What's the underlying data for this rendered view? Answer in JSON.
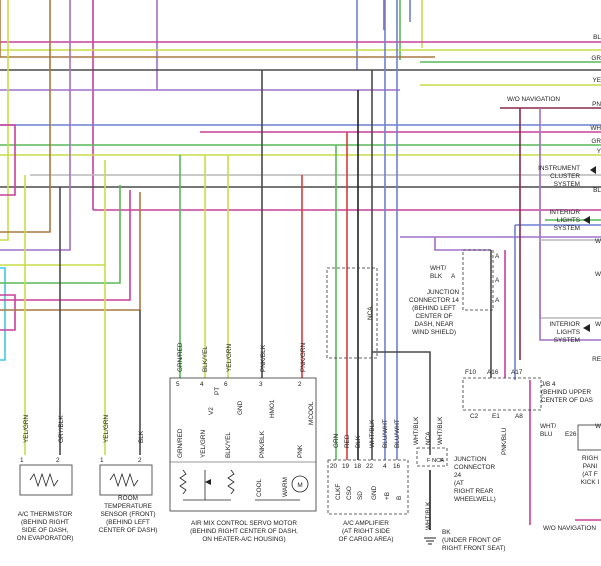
{
  "colors": {
    "pink": "#c8409a",
    "purple": "#a070c8",
    "blue": "#6c80d0",
    "yellow_green": "#c8dc48",
    "green": "#58b858",
    "brown": "#a87840",
    "cyan": "#40c8e8",
    "red": "#d83c3c",
    "dark_gray": "#4a4a4a",
    "light_gray": "#b8b8b8",
    "black": "#000000",
    "dark_red": "#8a2a4a"
  },
  "right_edge": {
    "bl": "BL",
    "gr": "GR",
    "ye": "YE",
    "pn": "PN",
    "wh1": "WH",
    "gr2": "GR",
    "y": "Y",
    "bl2": "BL",
    "w1": "W",
    "w2": "W",
    "w3": "W",
    "re": "RE",
    "w4": "W"
  },
  "labels": {
    "wo_nav_top": "W/O NAVIGATION",
    "wo_nav_bottom": "W/O NAVIGATION",
    "instrument_cluster": [
      "INSTRUMENT",
      "CLUSTER",
      "SYSTEM"
    ],
    "interior_lights_1": [
      "INTERIOR",
      "LIGHTS",
      "SYSTEM"
    ],
    "interior_lights_2": [
      "INTERIOR",
      "LIGHTS",
      "SYSTEM"
    ],
    "jc14_wire": [
      "WHT/",
      "BLK"
    ],
    "jc14_a": "A",
    "jc14_a_right": [
      "A",
      "A",
      "A"
    ],
    "jc14_desc": [
      "JUNCTION",
      "CONNECTOR 14",
      "(BEHIND LEFT",
      "CENTER OF",
      "DASH, NEAR",
      "WIND SHIELD)"
    ],
    "nca_vertical": "NCA",
    "jb4_pins": [
      "F10",
      "A16",
      "A17"
    ],
    "jb4_desc": [
      "J/B 4",
      "(BEHIND UPPER",
      "CENTER OF DAS"
    ],
    "jb4_bottom": [
      "C2",
      "E1",
      "A8"
    ],
    "wht_blu": [
      "WHT/",
      "BLU"
    ],
    "e26": "E26",
    "right_panel": [
      "RIGH",
      "PANI",
      "(AT F",
      "KICK I"
    ],
    "pnk_blu": "PNK/BLU",
    "jc24_wires": [
      "WHT/BLK",
      "NCA",
      "WHT/BLK"
    ],
    "jc24_desc": [
      "JUNCTION",
      "CONNECTOR",
      "24",
      "(AT",
      "RIGHT REAR",
      "WHEELWELL)"
    ],
    "jc24_pins": [
      "F",
      "NCA",
      "F"
    ],
    "wht_blk_bottom": "WHT/BLK",
    "bk": "BK",
    "ground_desc": [
      "(UNDER FRONT OF",
      "RIGHT FRONT SEAT)"
    ],
    "thermistor": {
      "wires": [
        "YEL/GRN",
        "GRY/BLK"
      ],
      "pins": [
        "1",
        "2"
      ],
      "desc": [
        "A/C THERMISTOR",
        "(BEHIND RIGHT",
        "SIDE OF DASH,",
        "ON EVAPORATOR)"
      ]
    },
    "room_sensor": {
      "wires": [
        "YEL/GRN",
        "BLK"
      ],
      "pins": [
        "1",
        "2"
      ],
      "desc": [
        "ROOM",
        "TEMPERATURE",
        "SENSOR (FRONT)",
        "(BEHIND LEFT",
        "CENTER OF DASH)"
      ]
    },
    "servo": {
      "top_wires": [
        "GRN/RED",
        "BLK/YEL",
        "YEL/GRN",
        "PNK/BLK",
        "PNK/GRN"
      ],
      "pin_nums": [
        "5",
        "4",
        "6",
        "3",
        "2"
      ],
      "pin_names": [
        "V2",
        "PT",
        "GND",
        "HMO1",
        "MCOOL"
      ],
      "inner_wires": [
        "GRN/RED",
        "YEL/GRN",
        "BLK/YEL",
        "PNK/BLK",
        "PNK"
      ],
      "cool": "COOL",
      "warm": "WARM",
      "motor": "M",
      "desc": [
        "AIR MIX CONTROL SERVO MOTOR",
        "(BEHIND RIGHT CENTER OF DASH,",
        "ON HEATER-A/C HOUSING)"
      ]
    },
    "amplifier": {
      "wires": [
        "GRN",
        "RED",
        "BLK",
        "WHT/BLK",
        "BLU/WHT",
        "BLU/WHT"
      ],
      "pins": [
        "20",
        "19",
        "18",
        "22",
        "4",
        "16"
      ],
      "names": [
        "CLKF",
        "CSO",
        "SD",
        "GND",
        "+B",
        "B"
      ],
      "desc": [
        "A/C AMPLIFIER",
        "(AT RIGHT SIDE",
        "OF CARGO AREA)"
      ]
    }
  }
}
